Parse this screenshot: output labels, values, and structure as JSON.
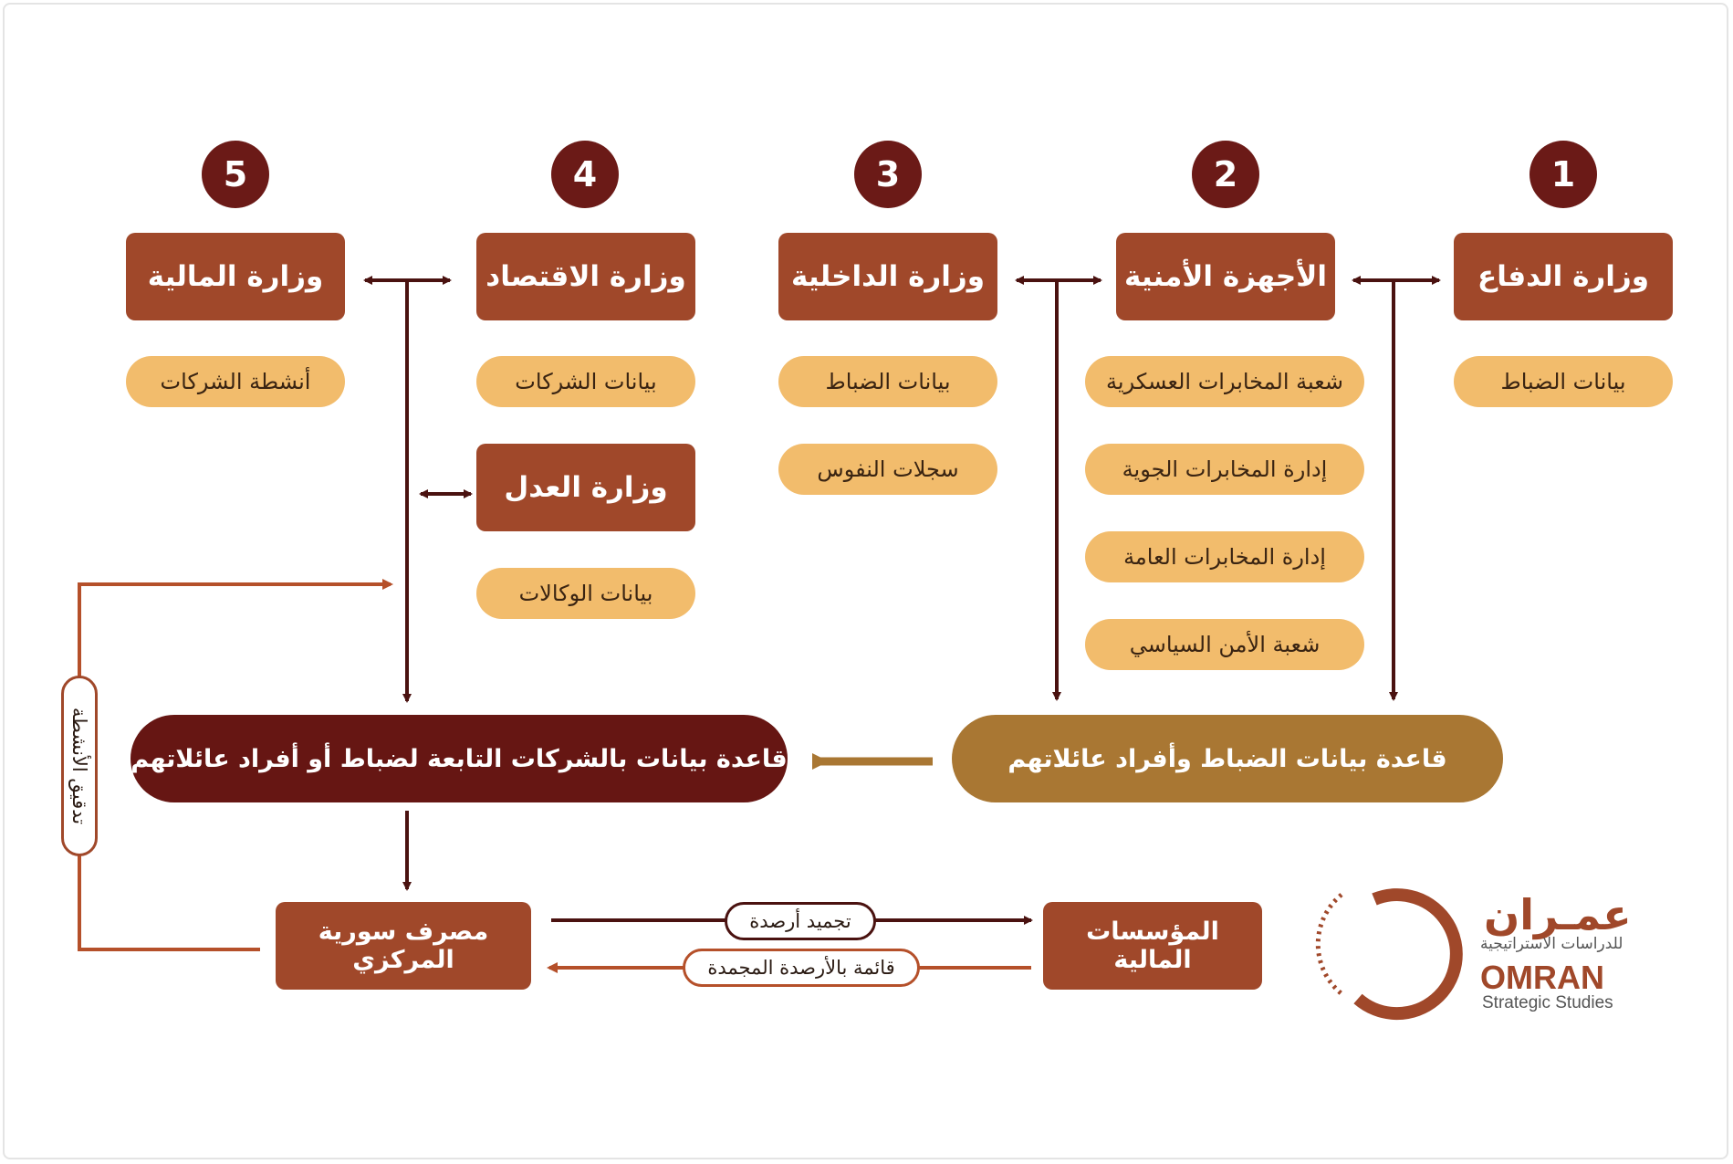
{
  "numbers": [
    "1",
    "2",
    "3",
    "4",
    "5"
  ],
  "ministries": {
    "defense": "وزارة الدفاع",
    "security": "الأجهزة الأمنية",
    "interior": "وزارة الداخلية",
    "economy": "وزارة الاقتصاد",
    "finance": "وزارة المالية",
    "justice": "وزارة العدل"
  },
  "pills": {
    "defense_officers": "بيانات الضباط",
    "military_intel": "شعبة المخابرات العسكرية",
    "air_intel": "إدارة المخابرات الجوية",
    "general_intel": "إدارة المخابرات العامة",
    "political_security": "شعبة الأمن السياسي",
    "interior_officers": "بيانات الضباط",
    "civil_records": "سجلات النفوس",
    "companies_data": "بيانات الشركات",
    "agencies_data": "بيانات الوكالات",
    "companies_activities": "أنشطة الشركات"
  },
  "databases": {
    "officers_db": "قاعدة بيانات الضباط وأفراد عائلاتهم",
    "companies_db": "قاعدة بيانات بالشركات التابعة لضباط أو أفراد عائلاتهم"
  },
  "bottom": {
    "central_bank": [
      "مصرف سورية",
      "المركزي"
    ],
    "financial_institutions": [
      "المؤسسات",
      "المالية"
    ],
    "freeze_label": "تجميد أرصدة",
    "frozen_list_label": "قائمة بالأرصدة المجمدة",
    "audit_label": "تدقيق الأنشطة"
  },
  "logo": {
    "ar": "عمـران",
    "ar_sub": "للدراسات الاستراتيجية",
    "en": "OMRAN",
    "en_sub": "Strategic Studies"
  },
  "colors": {
    "dark_red": "#6b1a17",
    "box_brown": "#a0482a",
    "pill_orange": "#f2bc6c",
    "db_gold": "#a97733",
    "db_maroon": "#661613"
  }
}
